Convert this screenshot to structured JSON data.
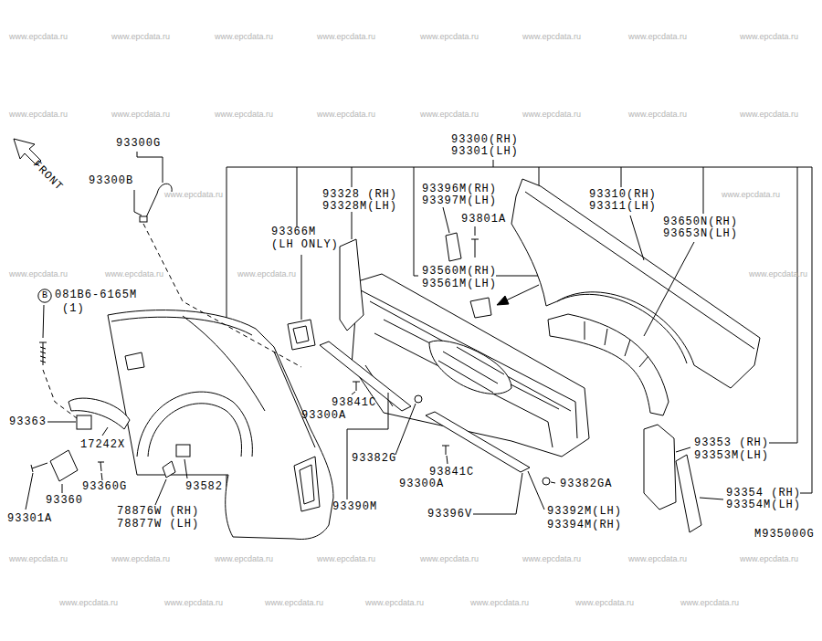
{
  "diagram": {
    "nodes": [
      {
        "text": [
          "B"
        ]
      }
    ],
    "labels": [
      "FRONT",
      "93300G",
      "93300B",
      "081B6-6165M",
      "(1)",
      "93363",
      "17242X",
      "93360G",
      "93360",
      "93301A",
      "93582",
      "78876W (RH)",
      "78877W (LH)",
      "93300(RH)",
      "93301(LH)",
      "93328 (RH)",
      "93328M(LH)",
      "93366M",
      "(LH ONLY)",
      "93396M(RH)",
      "93397M(LH)",
      "93801A",
      "93560M(RH)",
      "93561M(LH)",
      "93310(RH)",
      "93311(LH)",
      "93650N(RH)",
      "93653N(LH)",
      "93841C",
      "93300A",
      "93382G",
      "93841C",
      "93300A",
      "93390M",
      "93396V",
      "93382GA",
      "93392M(LH)",
      "93394M(RH)",
      "93353 (RH)",
      "93353M(LH)",
      "93354 (RH)",
      "93354M(LH)",
      "M935000G",
      "www.epcdata.ru",
      "www.epcdata.ru",
      "www.epcdata.ru",
      "www.epcdata.ru",
      "www.epcdata.ru",
      "www.epcdata.ru",
      "www.epcdata.ru",
      "www.epcdata.ru",
      "www.epcdata.ru",
      "www.epcdata.ru",
      "www.epcdata.ru",
      "www.epcdata.ru",
      "www.epcdata.ru",
      "www.epcdata.ru",
      "www.epcdata.ru",
      "www.epcdata.ru",
      "www.epcdata.ru",
      "www.epcdata.ru",
      "www.epcdata.ru",
      "www.epcdata.ru",
      "www.epcdata.ru",
      "www.epcdata.ru",
      "www.epcdata.ru",
      "www.epcdata.ru",
      "www.epcdata.ru",
      "www.epcdata.ru",
      "www.epcdata.ru",
      "www.epcdata.ru",
      "www.epcdata.ru",
      "www.epcdata.ru",
      "www.epcdata.ru",
      "www.epcdata.ru",
      "www.epcdata.ru",
      "www.epcdata.ru",
      "www.epcdata.ru",
      "www.epcdata.ru",
      "www.epcdata.ru"
    ]
  }
}
